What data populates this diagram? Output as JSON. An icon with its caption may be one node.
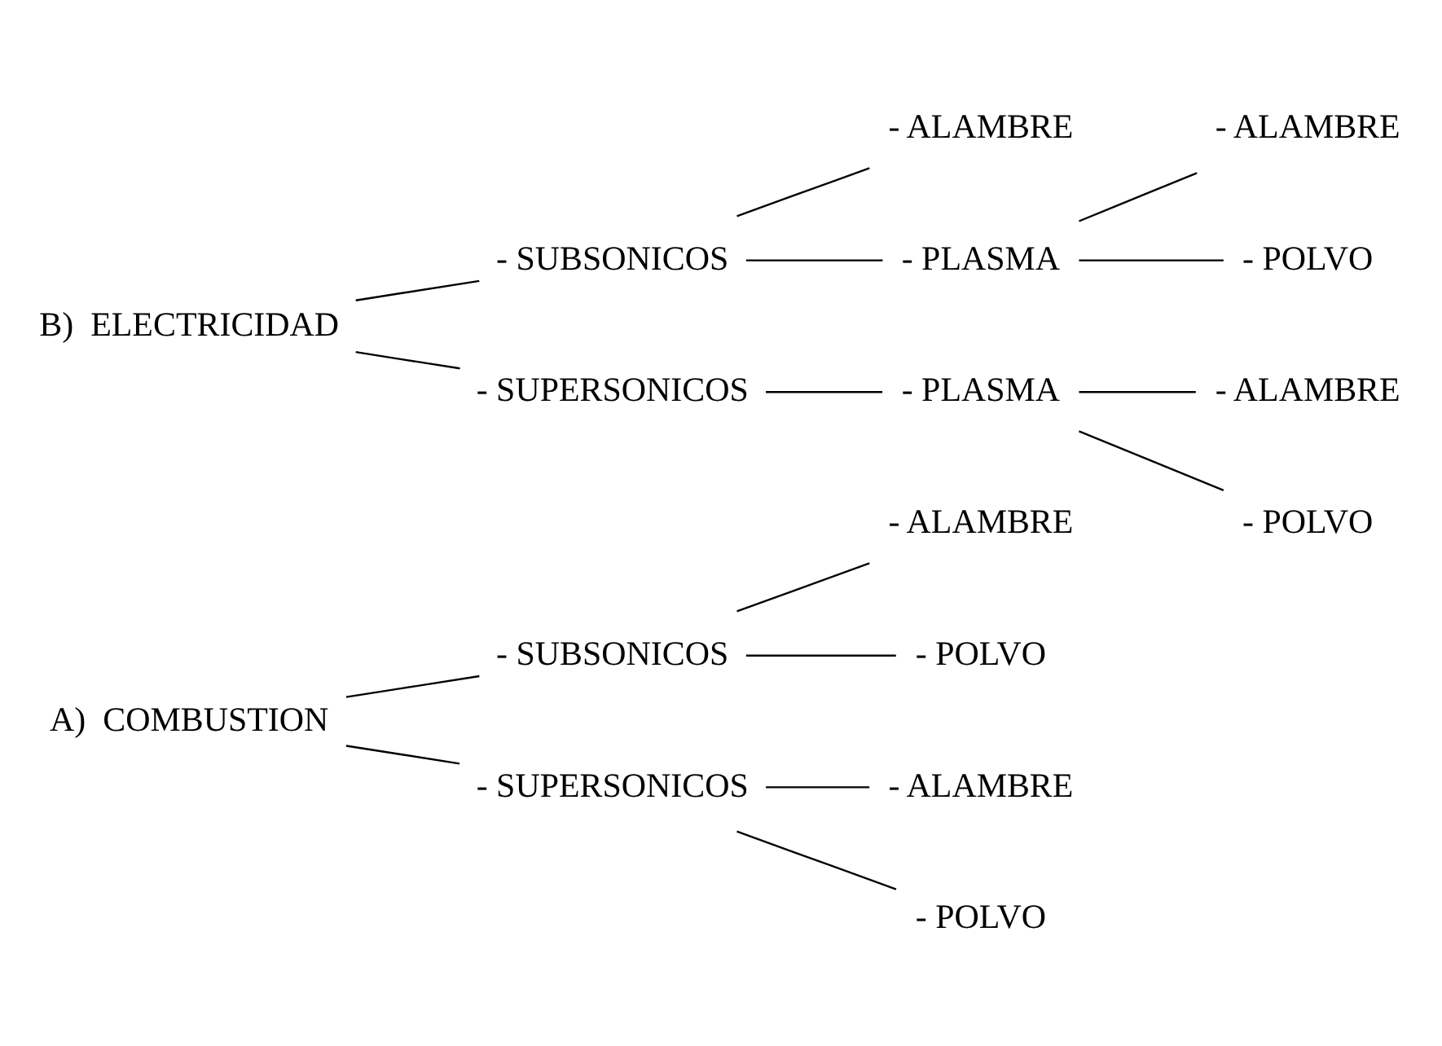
{
  "diagram": {
    "nodes": [
      {
        "text": [
          "A)  COMBUSTION"
        ]
      },
      {
        "text": [
          "- SUBSONICOS"
        ]
      },
      {
        "text": [
          "- ALAMBRE"
        ]
      },
      {
        "text": [
          "- POLVO"
        ]
      },
      {
        "text": [
          "- SUPERSONICOS"
        ]
      },
      {
        "text": [
          "- ALAMBRE"
        ]
      },
      {
        "text": [
          "- POLVO"
        ]
      },
      {
        "text": [
          "B)  ELECTRICIDAD"
        ]
      },
      {
        "text": [
          "- SUBSONICOS"
        ]
      },
      {
        "text": [
          "- ALAMBRE"
        ]
      },
      {
        "text": [
          "- PLASMA"
        ]
      },
      {
        "text": [
          "- ALAMBRE"
        ]
      },
      {
        "text": [
          "- POLVO"
        ]
      },
      {
        "text": [
          "- SUPERSONICOS"
        ]
      },
      {
        "text": [
          "- PLASMA"
        ]
      },
      {
        "text": [
          "- ALAMBRE"
        ]
      },
      {
        "text": [
          "- POLVO"
        ]
      }
    ],
    "edges": [
      {
        "from": 0,
        "to": 1,
        "arrow": "none"
      },
      {
        "from": 0,
        "to": 4,
        "arrow": "none"
      },
      {
        "from": 1,
        "to": 2,
        "arrow": "none"
      },
      {
        "from": 1,
        "to": 3,
        "arrow": "none"
      },
      {
        "from": 4,
        "to": 5,
        "arrow": "none"
      },
      {
        "from": 4,
        "to": 6,
        "arrow": "none"
      },
      {
        "from": 7,
        "to": 8,
        "arrow": "none"
      },
      {
        "from": 7,
        "to": 13,
        "arrow": "none"
      },
      {
        "from": 8,
        "to": 9,
        "arrow": "none"
      },
      {
        "from": 8,
        "to": 10,
        "arrow": "none"
      },
      {
        "from": 10,
        "to": 11,
        "arrow": "none"
      },
      {
        "from": 10,
        "to": 12,
        "arrow": "none"
      },
      {
        "from": 13,
        "to": 14,
        "arrow": "none"
      },
      {
        "from": 14,
        "to": 15,
        "arrow": "none"
      },
      {
        "from": 14,
        "to": 16,
        "arrow": "none"
      }
    ]
  }
}
